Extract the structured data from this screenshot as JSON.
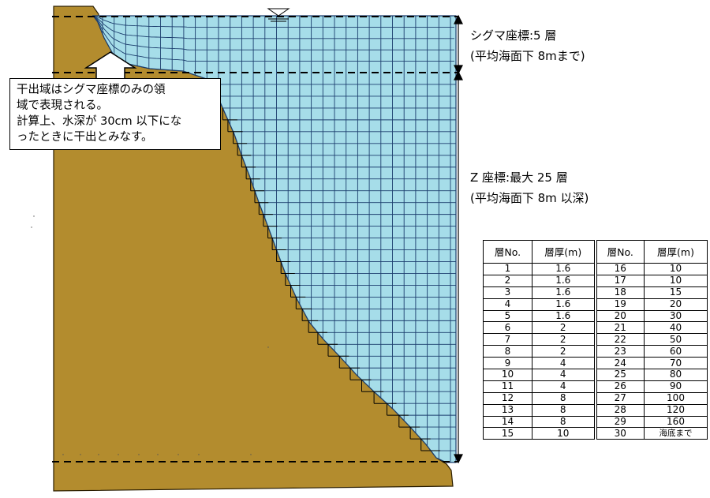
{
  "annotations": {
    "sigma_label": "シグマ座標:5 層",
    "sigma_depth": "(平均海面下 8mまで)",
    "z_label": "Z 座標:最大 25 層",
    "z_depth": "(平均海面下 8m 以深)"
  },
  "callout": {
    "lines": [
      "干出域はシグマ座標のみの領",
      "域で表現される。",
      "計算上、水深が 30cm 以下にな",
      "ったときに干出とみなす。"
    ]
  },
  "table": {
    "headers": [
      "層No.",
      "層厚(m)",
      "層No.",
      "層厚(m)"
    ],
    "rows": [
      [
        "1",
        "1.6",
        "16",
        "10"
      ],
      [
        "2",
        "1.6",
        "17",
        "10"
      ],
      [
        "3",
        "1.6",
        "18",
        "15"
      ],
      [
        "4",
        "1.6",
        "19",
        "20"
      ],
      [
        "5",
        "1.6",
        "20",
        "30"
      ],
      [
        "6",
        "2",
        "21",
        "40"
      ],
      [
        "7",
        "2",
        "22",
        "50"
      ],
      [
        "8",
        "2",
        "23",
        "60"
      ],
      [
        "9",
        "4",
        "24",
        "70"
      ],
      [
        "10",
        "4",
        "25",
        "80"
      ],
      [
        "11",
        "4",
        "26",
        "90"
      ],
      [
        "12",
        "8",
        "27",
        "100"
      ],
      [
        "13",
        "8",
        "28",
        "120"
      ],
      [
        "14",
        "8",
        "29",
        "160"
      ],
      [
        "15",
        "10",
        "30",
        "海底まで"
      ]
    ]
  },
  "colors": {
    "water": "#a6dde9",
    "seabed": "#b38c2e",
    "grid": "#1c3e6e"
  }
}
